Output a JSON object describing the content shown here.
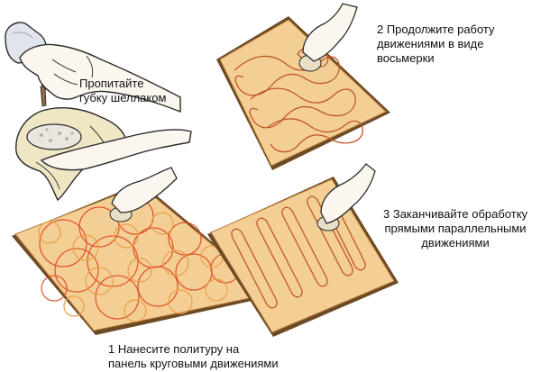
{
  "captions": {
    "sponge": [
      "Пропитайте",
      "губку шеллаком"
    ],
    "step2": [
      "2 Продолжите работу",
      "движениями в виде",
      "восьмерки"
    ],
    "step3": [
      "3 Заканчивайте обработку",
      "прямыми параллельными",
      "движениями"
    ],
    "step1": [
      "1 Нанесите политуру на",
      "панель круговыми движениями"
    ]
  },
  "colors": {
    "wood": "#f4cf95",
    "wood_dark": "#d89a4a",
    "edge": "#6b4a24",
    "circles_red": "#e0431e",
    "circles_orange": "#e7a04a",
    "stroke_line": "#c0572a",
    "skin": "#fbf6ee",
    "ink": "#2a2a2a",
    "cloth": "#efe7c4",
    "bottle": "#dfe5ea",
    "background": "#ffffff"
  },
  "icons": [
    "shellac-bottle-icon",
    "hand-icon",
    "cloth-pad-icon",
    "sponge-icon"
  ]
}
